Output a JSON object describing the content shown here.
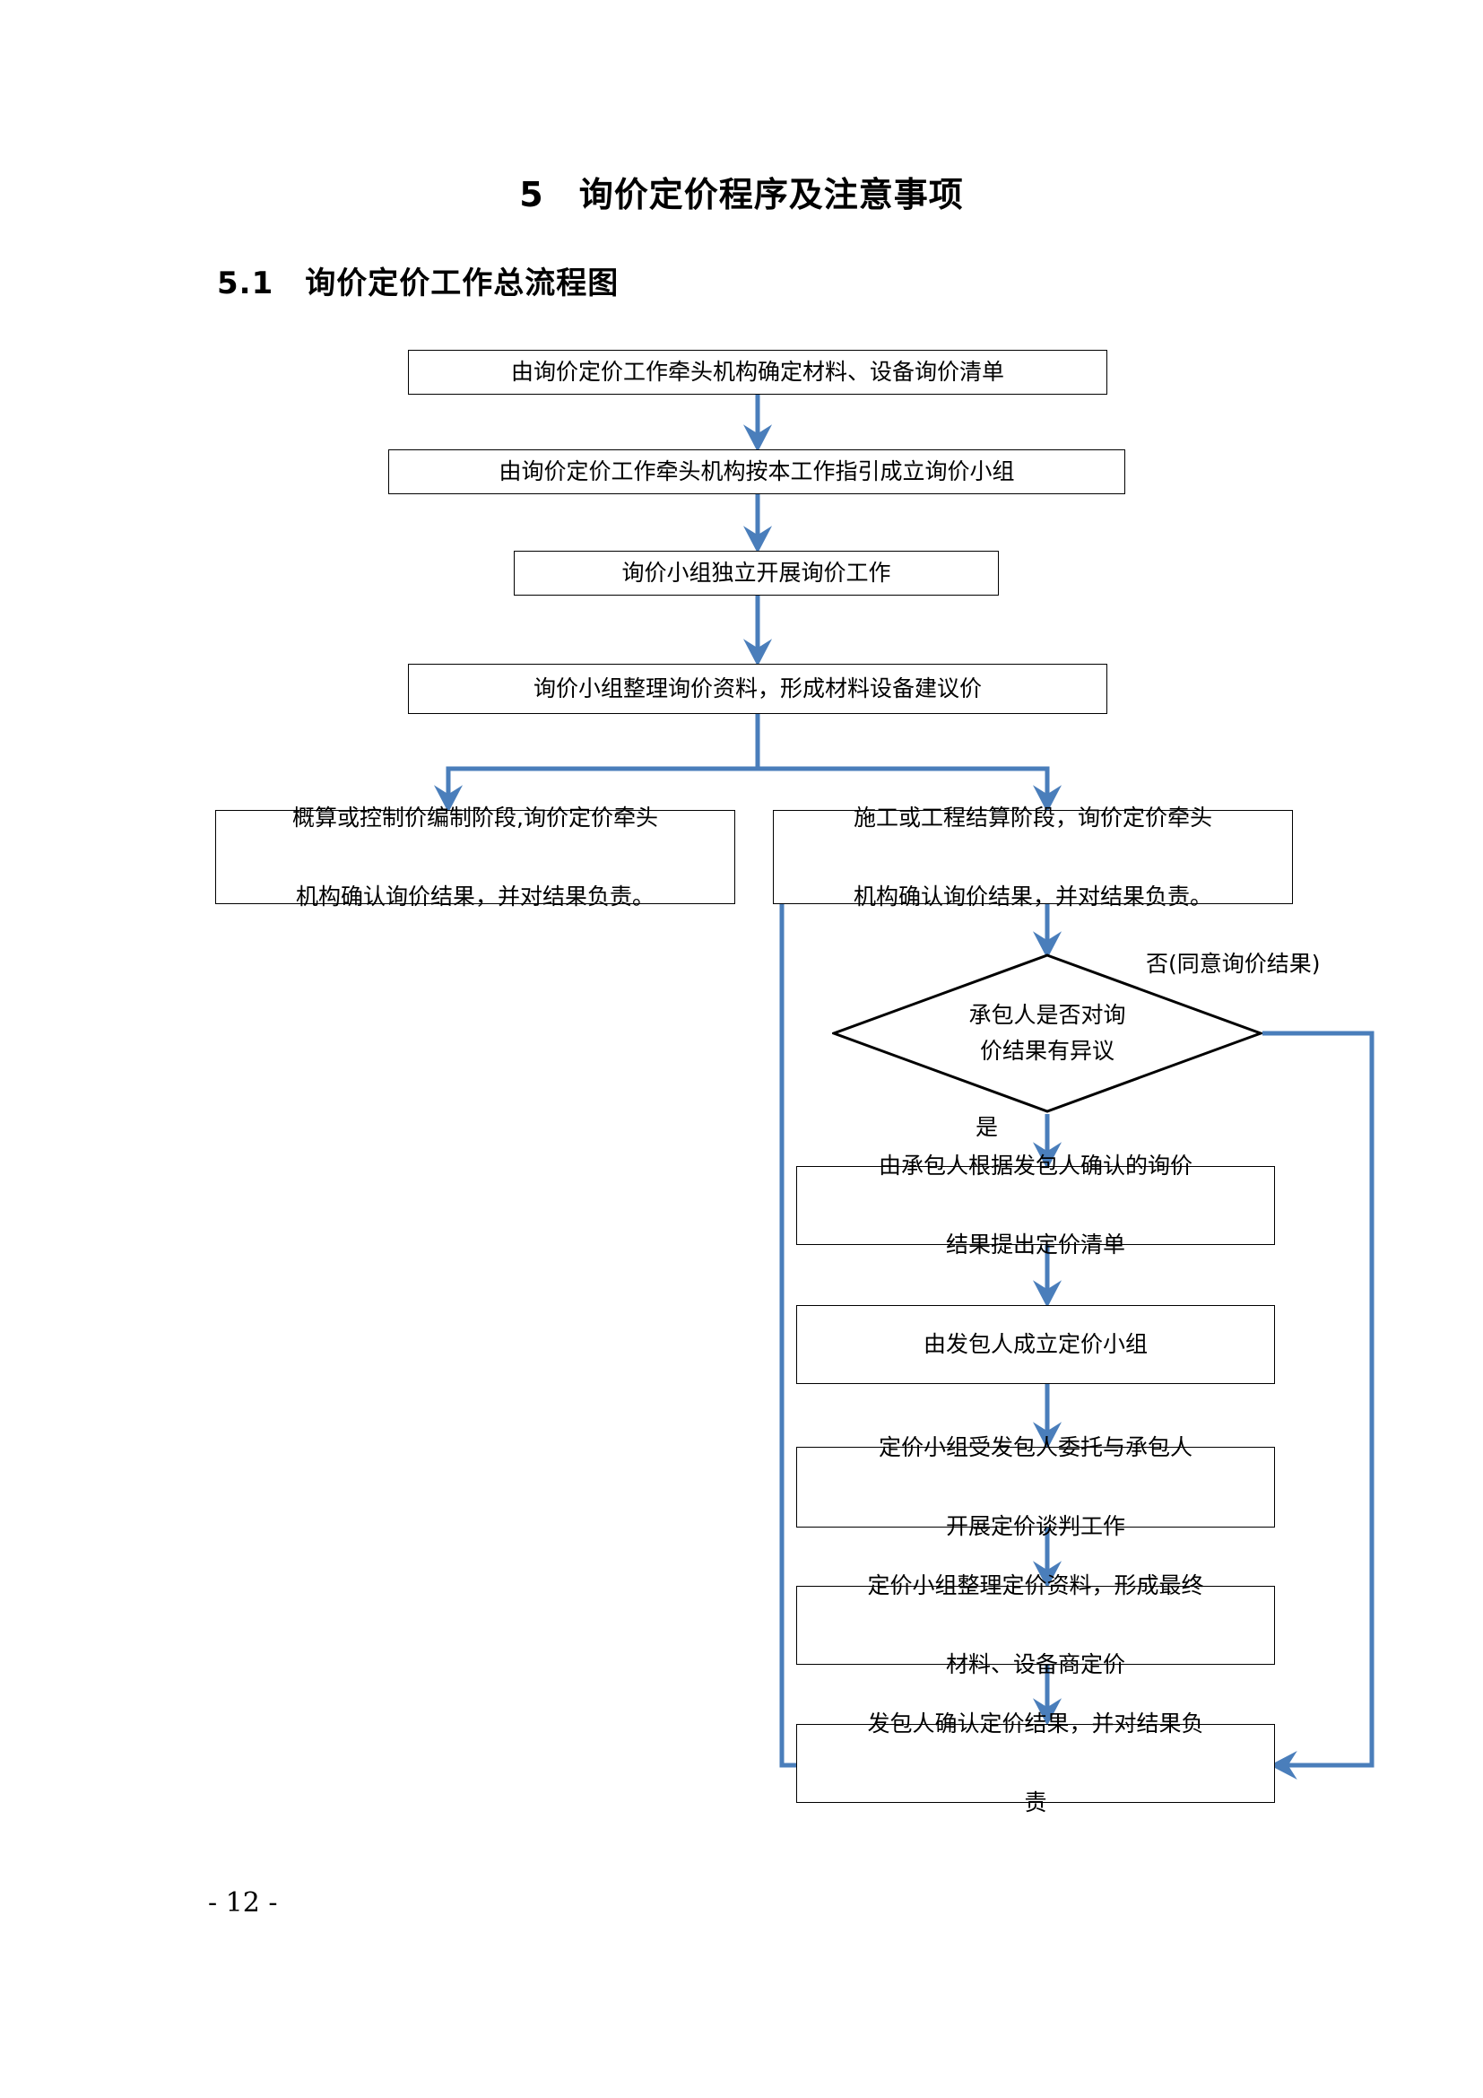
{
  "document": {
    "title": "5　询价定价程序及注意事项",
    "subtitle": "5.1　询价定价工作总流程图",
    "page_number": "- 12 -"
  },
  "theme": {
    "connector_color": "#4a7ebb",
    "box_border_color": "#000000",
    "text_color": "#000000",
    "page_background": "#ffffff"
  },
  "flowchart": {
    "type": "flowchart",
    "orientation": "top-to-bottom",
    "nodes": [
      {
        "id": "n1",
        "shape": "process",
        "text": "由询价定价工作牵头机构确定材料、设备询价清单"
      },
      {
        "id": "n2",
        "shape": "process",
        "text": "由询价定价工作牵头机构按本工作指引成立询价小组"
      },
      {
        "id": "n3",
        "shape": "process",
        "text": "询价小组独立开展询价工作"
      },
      {
        "id": "n4",
        "shape": "process",
        "text": "询价小组整理询价资料，形成材料设备建议价"
      },
      {
        "id": "n5",
        "shape": "process",
        "text_line1": "概算或控制价编制阶段,询价定价牵头",
        "text_line2": "机构确认询价结果，并对结果负责。"
      },
      {
        "id": "n6",
        "shape": "process",
        "text_line1": "施工或工程结算阶段，询价定价牵头",
        "text_line2": "机构确认询价结果，并对结果负责。"
      },
      {
        "id": "n7",
        "shape": "decision",
        "text_line1": "承包人是否对询",
        "text_line2": "价结果有异议"
      },
      {
        "id": "n8",
        "shape": "process",
        "text_line1": "由承包人根据发包人确认的询价",
        "text_line2": "结果提出定价清单"
      },
      {
        "id": "n9",
        "shape": "process",
        "text": "由发包人成立定价小组"
      },
      {
        "id": "n10",
        "shape": "process",
        "text_line1": "定价小组受发包人委托与承包人",
        "text_line2": "开展定价谈判工作"
      },
      {
        "id": "n11",
        "shape": "process",
        "text_line1": "定价小组整理定价资料，形成最终",
        "text_line2": "材料、设备商定价"
      },
      {
        "id": "n12",
        "shape": "process",
        "text_line1": "发包人确认定价结果，并对结果负",
        "text_line2": "责"
      }
    ],
    "edge_labels": {
      "no_branch": "否(同意询价结果)",
      "yes_branch": "是"
    }
  }
}
